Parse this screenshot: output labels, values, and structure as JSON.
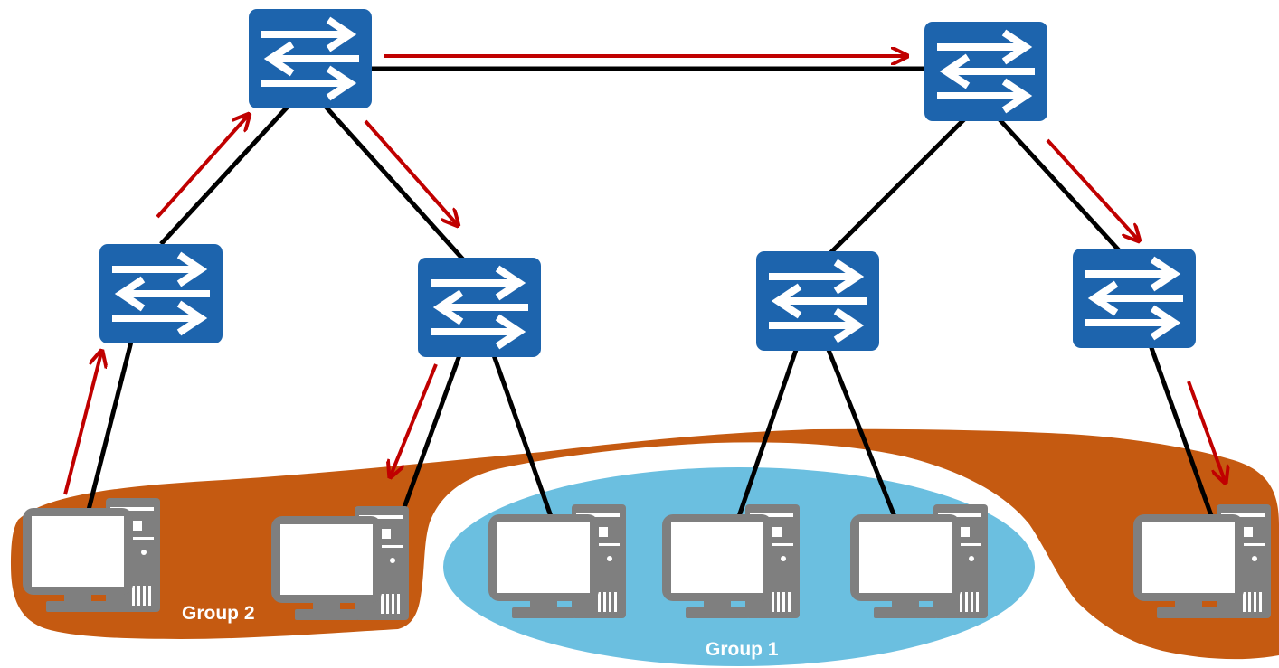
{
  "groups": [
    {
      "id": "group2",
      "label": "Group 2",
      "color": "#c55a11"
    },
    {
      "id": "group1",
      "label": "Group 1",
      "color": "#6bbfe0"
    }
  ],
  "colors": {
    "switch_fill": "#1d64ad",
    "switch_glyph": "#ffffff",
    "link": "#000000",
    "flow_arrow": "#c00000",
    "computer_body": "#7f7f7f",
    "computer_screen": "#ffffff"
  },
  "icons": {
    "switch": "switch-icon",
    "computer": "desktop-computer-icon",
    "flow": "arrow-icon"
  },
  "topology": {
    "switches": [
      "core-left",
      "core-right",
      "access-1",
      "access-2",
      "access-3",
      "access-4"
    ],
    "hosts": [
      {
        "id": "host-1",
        "group": "group2"
      },
      {
        "id": "host-2",
        "group": "group2"
      },
      {
        "id": "host-3",
        "group": "group1"
      },
      {
        "id": "host-4",
        "group": "group1"
      },
      {
        "id": "host-5",
        "group": "group1"
      },
      {
        "id": "host-6",
        "group": "group2"
      }
    ],
    "links": [
      [
        "core-left",
        "core-right"
      ],
      [
        "core-left",
        "access-1"
      ],
      [
        "core-left",
        "access-2"
      ],
      [
        "core-right",
        "access-3"
      ],
      [
        "core-right",
        "access-4"
      ],
      [
        "access-1",
        "host-1"
      ],
      [
        "access-2",
        "host-2"
      ],
      [
        "access-2",
        "host-3"
      ],
      [
        "access-3",
        "host-4"
      ],
      [
        "access-3",
        "host-5"
      ],
      [
        "access-4",
        "host-6"
      ]
    ],
    "flow_path": [
      "host-1",
      "access-1",
      "core-left",
      "access-2",
      "host-2",
      "core-left",
      "core-right",
      "access-4",
      "host-6"
    ]
  }
}
